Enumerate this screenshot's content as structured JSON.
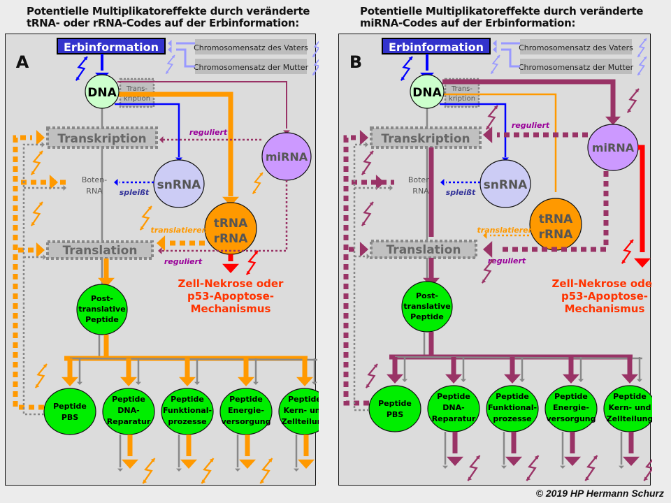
{
  "panels": [
    {
      "id": "A",
      "title_line1": "Potentielle Multiplikatoreffekte durch veränderte",
      "title_line2": "tRNA- oder rRNA-Codes auf der Erbinformation:",
      "letter": "A",
      "accent": "#ff9900"
    },
    {
      "id": "B",
      "title_line1": "Potentielle Multiplikatoreffekte durch veränderte",
      "title_line2": "miRNA-Codes auf der Erbinformation:",
      "letter": "B",
      "accent": "#993366"
    }
  ],
  "labels": {
    "erbinformation": "Erbinformation",
    "father": "Chromosomensatz des Vaters",
    "mother": "Chromosomensatz der Mutter",
    "dna": "DNA",
    "trans_small_1": "Trans-",
    "trans_small_2": "kription",
    "transkription": "Transkription",
    "translation": "Translation",
    "boten_1": "Boten-",
    "boten_2": "RNA",
    "snrna": "snRNA",
    "mirna": "miRNA",
    "trna": "tRNA",
    "rrna": "rRNA",
    "reguliert": "reguliert",
    "spleisst": "spleißt",
    "translatieren": "translatieren",
    "nekrose_1": "Zell-Nekrose oder",
    "nekrose_2": "p53-Apoptose-",
    "nekrose_3": "Mechanismus",
    "post_1": "Post-",
    "post_2": "translative",
    "post_3": "Peptide"
  },
  "peptides": [
    {
      "l1": "Peptide",
      "l2": "PBS",
      "l3": ""
    },
    {
      "l1": "Peptide",
      "l2": "DNA-",
      "l3": "Reparatur"
    },
    {
      "l1": "Peptide",
      "l2": "Funktional-",
      "l3": "prozesse"
    },
    {
      "l1": "Peptide",
      "l2": "Energie-",
      "l3": "versorgung"
    },
    {
      "l1": "Peptide",
      "l2": "Kern- und",
      "l3": "Zellteilung"
    }
  ],
  "colors": {
    "orange": "#ff9900",
    "purple": "#993366",
    "blue": "#0000ff",
    "red": "#ff0000",
    "lilac": "#9999ff",
    "green": "#00ee00",
    "navy_box": "#3333cc"
  },
  "credit": "© 2019 HP Hermann Schurz"
}
